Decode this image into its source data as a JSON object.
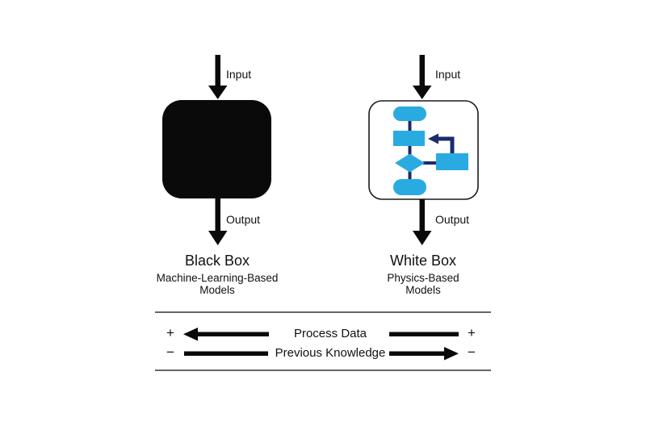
{
  "colors": {
    "flowchart_cyan": "#29ABE2",
    "flowchart_navy": "#1B2C6B",
    "arrow_black": "#0a0a0a",
    "box_black": "#0a0a0a",
    "white_box_fill": "#ffffff",
    "white_box_border": "#1a1a1a",
    "separator_gray": "#666666"
  },
  "black_box_panel": {
    "input_label": "Input",
    "output_label": "Output",
    "title": "Black Box",
    "subtitle": "Machine-Learning-Based",
    "subtitle2": "Models"
  },
  "white_box_panel": {
    "input_label": "Input",
    "output_label": "Output",
    "title": "White Box",
    "subtitle": "Physics-Based",
    "subtitle2": "Models"
  },
  "tradeoff": {
    "process_data": {
      "label": "Process Data",
      "left_sign": "+",
      "right_sign": "+",
      "arrow_direction": "left"
    },
    "previous_knowledge": {
      "label": "Previous Knowledge",
      "left_sign": "−",
      "right_sign": "−",
      "arrow_direction": "right"
    }
  }
}
